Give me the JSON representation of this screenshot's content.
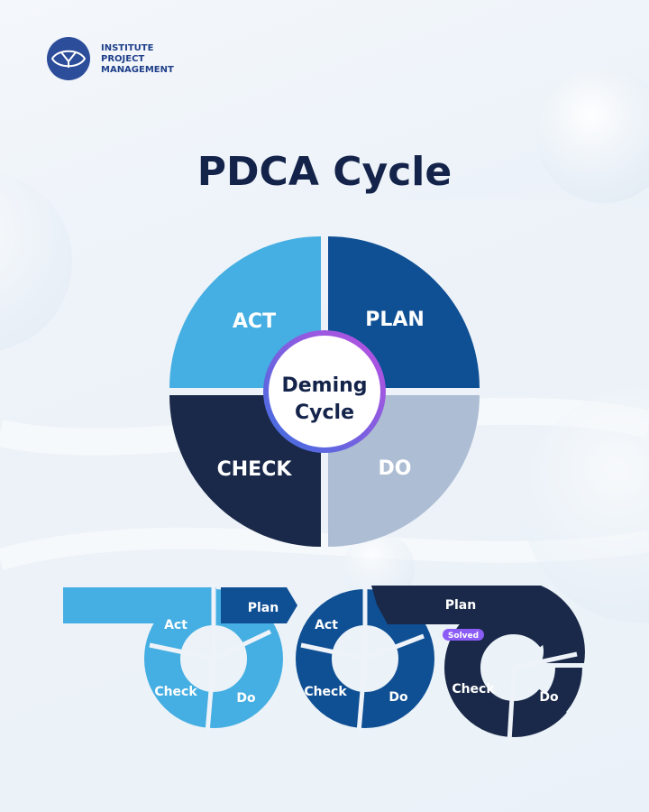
{
  "logo": {
    "line1": "INSTITUTE",
    "line2": "PROJECT",
    "line3": "MANAGEMENT"
  },
  "title": "PDCA Cycle",
  "wheel": {
    "center_line1": "Deming",
    "center_line2": "Cycle",
    "act": "ACT",
    "plan": "PLAN",
    "check": "CHECK",
    "do": "DO"
  },
  "chain": {
    "stage1": {
      "act": "Act",
      "plan": "Plan",
      "check": "Check",
      "do": "Do"
    },
    "stage2": {
      "act": "Act",
      "check": "Check",
      "do": "Do"
    },
    "stage3": {
      "plan": "Plan",
      "check": "Check",
      "do": "Do"
    },
    "solved_badge": "Solved"
  },
  "colors": {
    "light_blue": "#45aee2",
    "mid_blue": "#0f4f94",
    "navy": "#1a2949",
    "pale_blue": "#adbdd4",
    "badge_purple": "#8b5cf6"
  }
}
